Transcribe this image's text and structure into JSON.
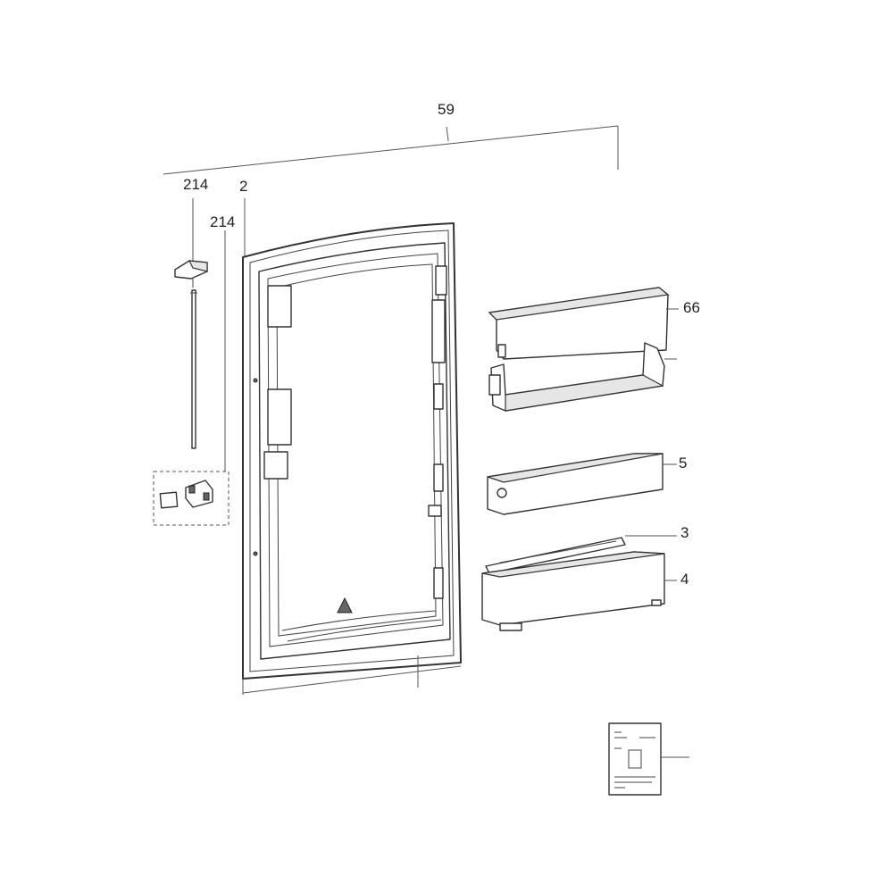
{
  "diagram": {
    "labels": {
      "dimension_top": "59",
      "hinge_part": "214",
      "switch_kit": "214",
      "door": "2",
      "top_shelf": "66",
      "middle_shelf": "5",
      "shelf_lip": "3",
      "bottle_shelf": "4"
    }
  }
}
